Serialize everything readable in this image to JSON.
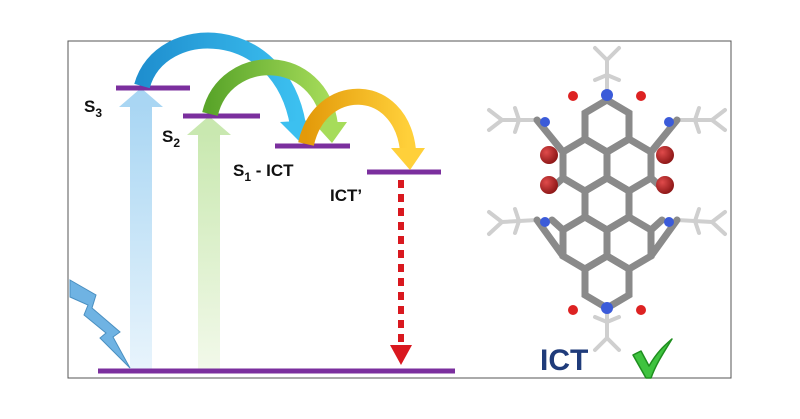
{
  "diagram": {
    "labels": {
      "s3": {
        "main": "S",
        "sub": "3"
      },
      "s2": {
        "main": "S",
        "sub": "2"
      },
      "s1": {
        "main": "S",
        "sub": "1",
        "suffix": " - ICT"
      },
      "ict_prime": "ICT’",
      "ict": "ICT"
    },
    "icons": {
      "excitation": "lightning-bolt-icon",
      "confirm": "check-mark-icon"
    },
    "colors": {
      "level_line": "#7b2f9e",
      "arrow_blue": "#2aa8e0",
      "arrow_green": "#7cc13a",
      "arrow_yellow": "#f2b814",
      "excitation_blue": "#c9e6f7",
      "excitation_green": "#dff1d0",
      "emission_red": "#d9181f",
      "ict_text": "#1f3b7a",
      "check_green": "#3fc33f",
      "bolt": "#6fb3e3",
      "frame": "#555555"
    }
  }
}
